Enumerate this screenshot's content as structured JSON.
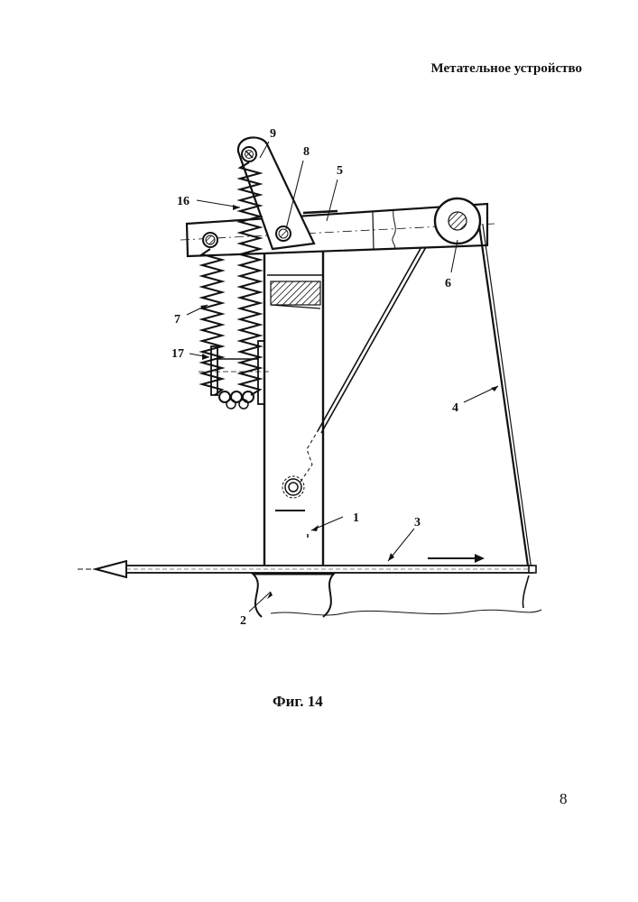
{
  "header": {
    "title": "Метательное устройство"
  },
  "caption": "Фиг. 14",
  "page_number": "8",
  "labels": {
    "l1": "1",
    "l2": "2",
    "l3": "3",
    "l4": "4",
    "l5": "5",
    "l6": "6",
    "l7": "7",
    "l8": "8",
    "l9": "9",
    "l16": "16",
    "l17": "17"
  }
}
